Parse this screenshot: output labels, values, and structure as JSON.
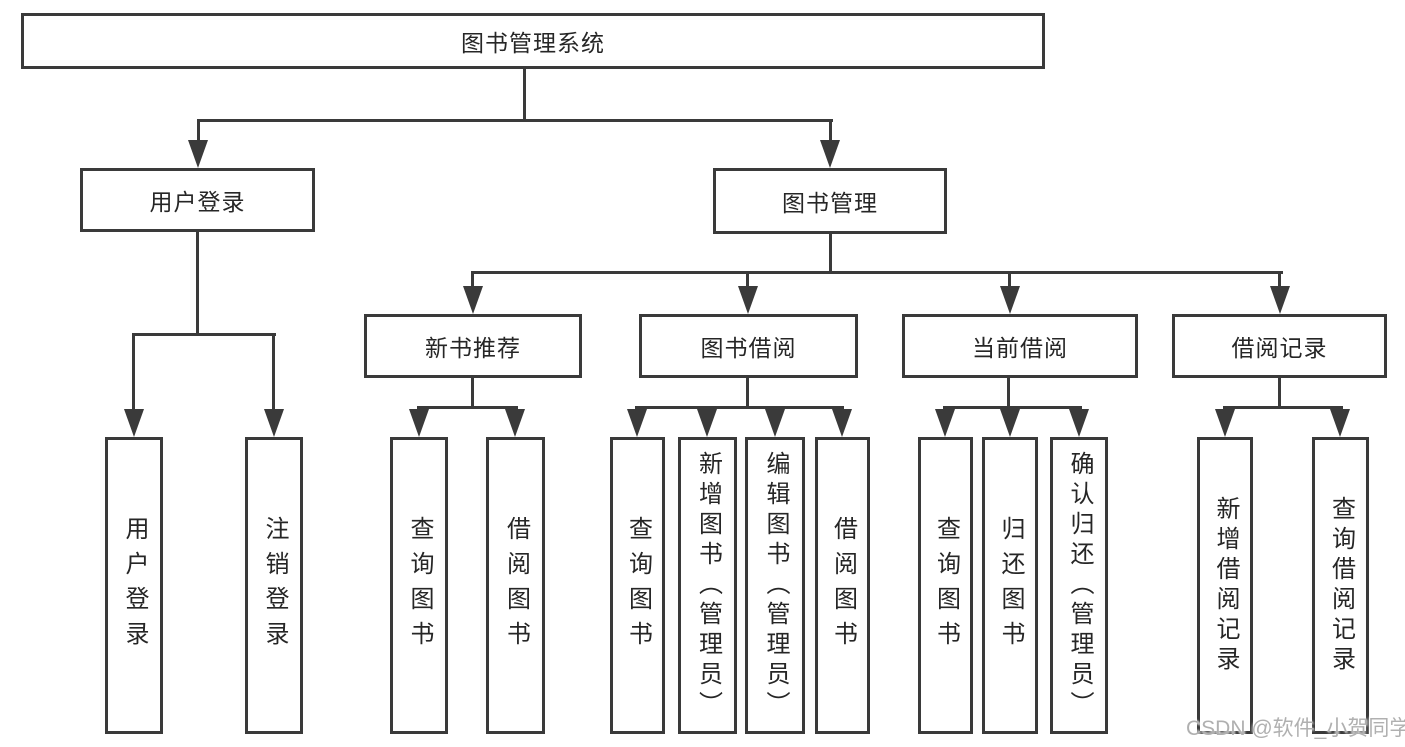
{
  "nodes": {
    "root": {
      "label": "图书管理系统"
    },
    "user_login": {
      "label": "用户登录"
    },
    "book_management": {
      "label": "图书管理"
    },
    "new_book_recommend": {
      "label": "新书推荐"
    },
    "book_borrowing": {
      "label": "图书借阅"
    },
    "current_borrowing": {
      "label": "当前借阅"
    },
    "borrowing_records": {
      "label": "借阅记录"
    }
  },
  "leaves": {
    "user_login": {
      "label": "用户登录"
    },
    "logout": {
      "label": "注销登录"
    },
    "query_books_1": {
      "label": "查询图书"
    },
    "borrow_books_1": {
      "label": "借阅图书"
    },
    "query_books_2": {
      "label": "查询图书"
    },
    "add_book_admin": {
      "label": "新增图书（管理员）"
    },
    "edit_book_admin": {
      "label": "编辑图书（管理员）"
    },
    "borrow_books_2": {
      "label": "借阅图书"
    },
    "query_books_3": {
      "label": "查询图书"
    },
    "return_books": {
      "label": "归还图书"
    },
    "confirm_return_admin": {
      "label": "确认归还（管理员）"
    },
    "add_borrow_record": {
      "label": "新增借阅记录"
    },
    "query_borrow_record": {
      "label": "查询借阅记录"
    }
  },
  "watermark": {
    "text": "CSDN @软件_小贺同学"
  },
  "colors": {
    "line": "#3a3a3a",
    "text": "#262626",
    "background": "#ffffff",
    "watermark": "#b0b0b0"
  }
}
